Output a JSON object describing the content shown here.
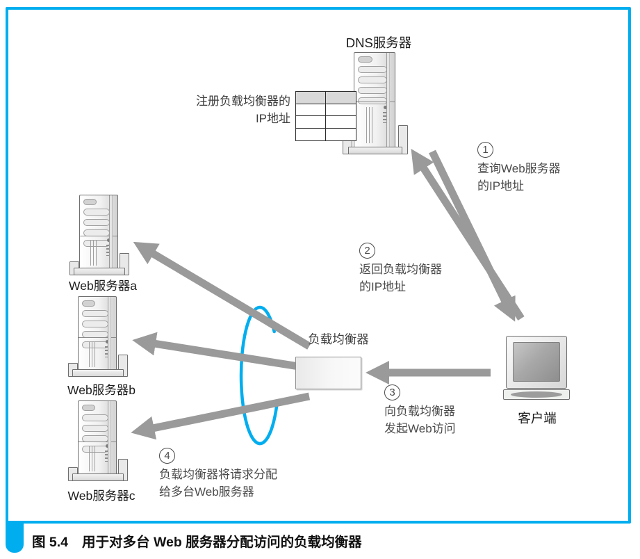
{
  "colors": {
    "frame_blue": "#00aeef",
    "arrow_gray": "#9a9a9a",
    "step_text": "#4a4a4a"
  },
  "dns": {
    "label": "DNS服务器"
  },
  "ip_table": {
    "note_line1": "注册负载均衡器的",
    "note_line2": "IP地址",
    "rows": 4,
    "cols": 2
  },
  "servers": [
    {
      "label": "Web服务器a"
    },
    {
      "label": "Web服务器b"
    },
    {
      "label": "Web服务器c"
    }
  ],
  "load_balancer": {
    "label": "负载均衡器"
  },
  "client": {
    "label": "客户端"
  },
  "steps": [
    {
      "num": "1",
      "lines": [
        "查询Web服务器",
        "的IP地址"
      ]
    },
    {
      "num": "2",
      "lines": [
        "返回负载均衡器",
        "的IP地址"
      ]
    },
    {
      "num": "3",
      "lines": [
        "向负载均衡器",
        "发起Web访问"
      ]
    },
    {
      "num": "4",
      "lines": [
        "负载均衡器将请求分配",
        "给多台Web服务器"
      ]
    }
  ],
  "caption": {
    "figure": "图 5.4",
    "text": "用于对多台 Web 服务器分配访问的负载均衡器"
  }
}
